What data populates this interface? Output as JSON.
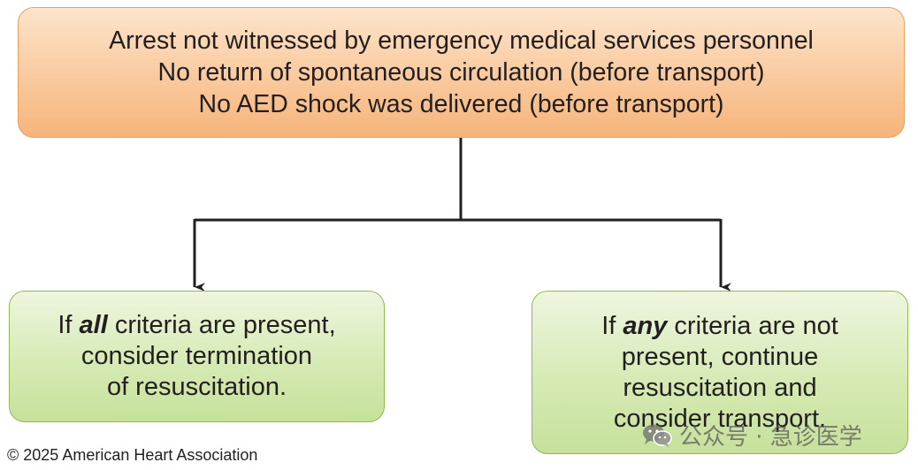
{
  "top_box": {
    "lines": [
      "Arrest not witnessed by emergency medical services personnel",
      "No return of spontaneous circulation (before transport)",
      "No AED shock was delivered (before transport)"
    ]
  },
  "left_box": {
    "line1_pre": "If ",
    "line1_emph": "all",
    "line1_post": " criteria are present,",
    "line2": "consider termination",
    "line3": "of resuscitation."
  },
  "right_box": {
    "line1_pre": "If ",
    "line1_emph": "any",
    "line1_post": " criteria are not",
    "line2": "present, continue",
    "line3": "resuscitation and",
    "line4": "consider transport."
  },
  "footer": {
    "copyright": "© 2025 American Heart Association"
  },
  "watermark": {
    "icon": "wechat-icon",
    "text": "公众号 · 急诊医学"
  },
  "colors": {
    "top_fill": "#f9c79a",
    "top_border": "#e8a25c",
    "option_fill": "#d4e9b1",
    "option_border": "#8dbb52",
    "connector": "#231f20"
  }
}
